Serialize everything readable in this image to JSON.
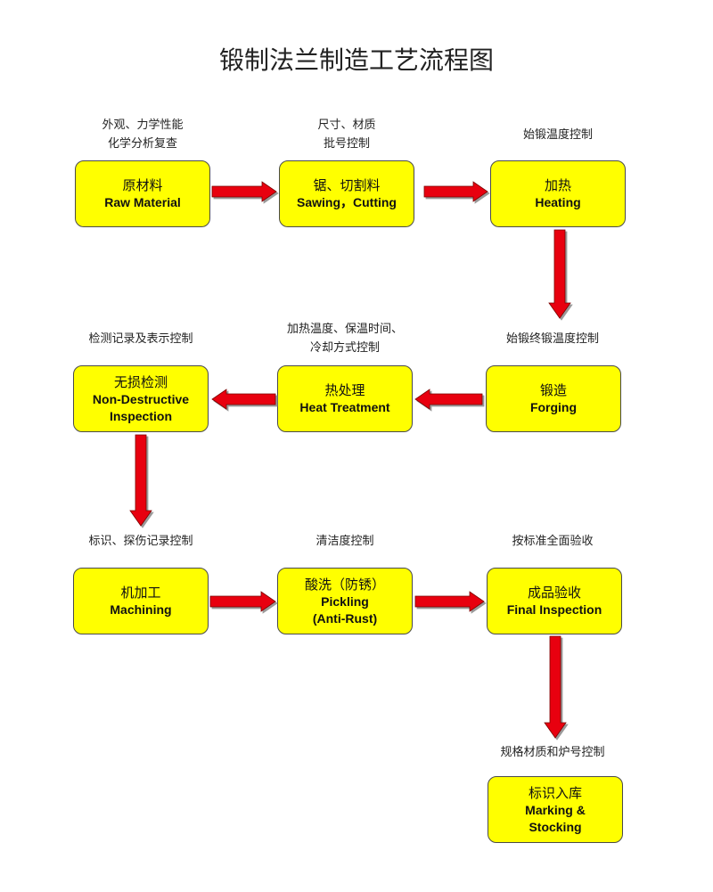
{
  "title": "锻制法兰制造工艺流程图",
  "steps": [
    {
      "cn": "原材料",
      "en": [
        "Raw Material"
      ],
      "note": [
        "外观、力学性能",
        "化学分析复查"
      ]
    },
    {
      "cn": "锯、切割料",
      "en": [
        "Sawing，Cutting"
      ],
      "note": [
        "尺寸、材质",
        "批号控制"
      ]
    },
    {
      "cn": "加热",
      "en": [
        "Heating"
      ],
      "note": [
        "始锻温度控制"
      ]
    },
    {
      "cn": "锻造",
      "en": [
        "Forging"
      ],
      "note": [
        "始锻终锻温度控制"
      ]
    },
    {
      "cn": "热处理",
      "en": [
        "Heat Treatment"
      ],
      "note": [
        "加热温度、保温时间、",
        "冷却方式控制"
      ]
    },
    {
      "cn": "无损检测",
      "en": [
        "Non-Destructive",
        "Inspection"
      ],
      "note": [
        "检测记录及表示控制"
      ]
    },
    {
      "cn": "机加工",
      "en": [
        "Machining"
      ],
      "note": [
        "标识、探伤记录控制"
      ]
    },
    {
      "cn": "酸洗（防锈）",
      "en": [
        "Pickling",
        "(Anti-Rust)"
      ],
      "note": [
        "清洁度控制"
      ]
    },
    {
      "cn": "成品验收",
      "en": [
        "Final Inspection"
      ],
      "note": [
        "按标准全面验收"
      ]
    },
    {
      "cn": "标识入库",
      "en": [
        "Marking &",
        "Stocking"
      ],
      "note": [
        "规格材质和炉号控制"
      ]
    }
  ],
  "colors": {
    "box_fill": "#ffff00",
    "arrow": "#e8000f"
  }
}
